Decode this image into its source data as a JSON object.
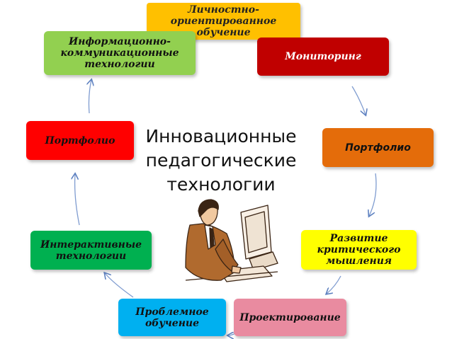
{
  "title": "Инновационные\nпедагогические\nтехнологии",
  "nodes": [
    {
      "id": "lichnostno",
      "label": "Личностно-\nориентированное\nобучение",
      "color": "#ffc000",
      "text_color": "#222222"
    },
    {
      "id": "monitoring",
      "label": "Мониторинг",
      "color": "#c00000",
      "text_color": "#ffffff"
    },
    {
      "id": "portfolio-right",
      "label": "Портфолио",
      "color": "#e46c0a",
      "text_color": "#111111"
    },
    {
      "id": "kriticheskoe",
      "label": "Развитие\nкритического\nмышления",
      "color": "#ffff00",
      "text_color": "#111111"
    },
    {
      "id": "proektirovanie",
      "label": "Проектирование",
      "color": "#e98ba0",
      "text_color": "#111111"
    },
    {
      "id": "problemnoe",
      "label": "Проблемное\nобучение",
      "color": "#00b0f0",
      "text_color": "#111111"
    },
    {
      "id": "interaktivnye",
      "label": "Интерактивные\nтехнологии",
      "color": "#00b050",
      "text_color": "#111111"
    },
    {
      "id": "portfolio-left",
      "label": "Портфолио",
      "color": "#ff0000",
      "text_color": "#111111"
    },
    {
      "id": "informatsionno",
      "label": "Информационно-\nкоммуникационные\nтехнологии",
      "color": "#92d050",
      "text_color": "#111111"
    }
  ]
}
